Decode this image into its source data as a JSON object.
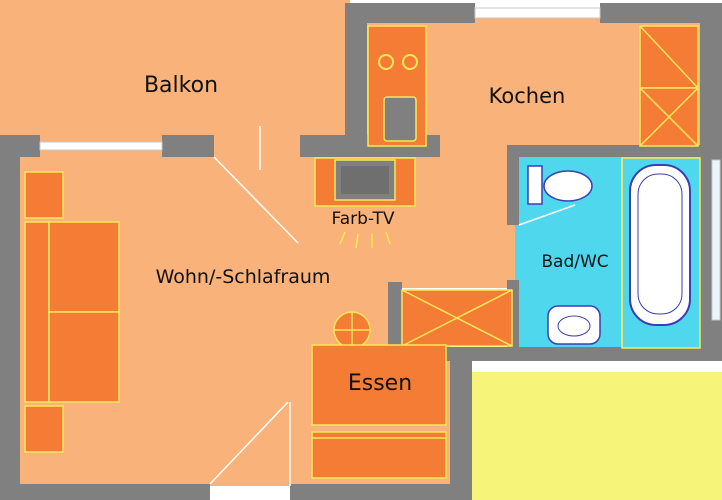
{
  "rooms": {
    "balkon": "Balkon",
    "kochen": "Kochen",
    "tv": "Farb-TV",
    "wohn": "Wohn/-Schlafraum",
    "bad": "Bad/WC",
    "essen": "Essen"
  },
  "colors": {
    "floor": "#f9b27a",
    "wall": "#808080",
    "furniture": "#f57c35",
    "outline": "#f7e85a",
    "bath": "#4fd7ee",
    "yard": "#f7f47a",
    "fixture": "#ffffff",
    "fixture_outline": "#3b3fb5"
  }
}
